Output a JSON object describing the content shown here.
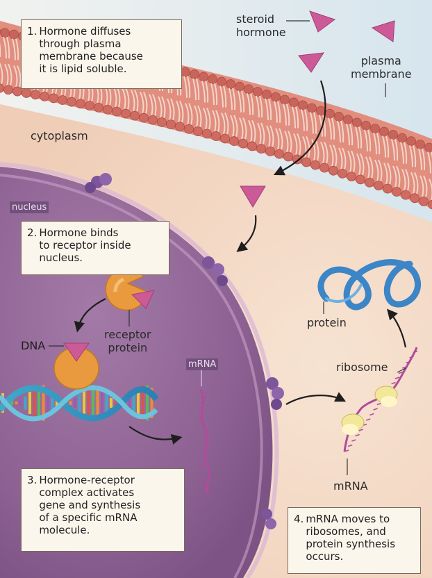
{
  "labels": {
    "steroid_hormone": "steroid\nhormone",
    "plasma_membrane": "plasma\nmembrane",
    "cytoplasm": "cytoplasm",
    "nucleus": "nucleus",
    "receptor_protein": "receptor\nprotein",
    "dna": "DNA",
    "mrna_nucleus": "mRNA",
    "protein": "protein",
    "ribosome": "ribosome",
    "mrna_cytoplasm": "mRNA"
  },
  "steps": [
    {
      "number": "1.",
      "text": "Hormone diffuses\nthrough plasma\nmembrane because\nit is lipid soluble."
    },
    {
      "number": "2.",
      "text": "Hormone binds\nto receptor inside\nnucleus."
    },
    {
      "number": "3.",
      "text": "Hormone-receptor\ncomplex activates\ngene and synthesis\nof a specific mRNA\nmolecule."
    },
    {
      "number": "4.",
      "text": "mRNA moves to\nribosomes, and\nprotein synthesis\noccurs."
    }
  ],
  "icons": {
    "hormone": "pink-triangle",
    "receptor": "orange-pacman-shape",
    "pore": "purple-nuclear-pore",
    "ribosome": "yellow-ribosome"
  },
  "colors": {
    "extracellular": "#dfe9ef",
    "membrane": "#d8786a",
    "cytoplasm": "#f4d9c6",
    "nucleus": "#8a5f92",
    "hormone": "#cc5a96",
    "receptor": "#ea9a3e",
    "protein": "#3c85c6"
  }
}
